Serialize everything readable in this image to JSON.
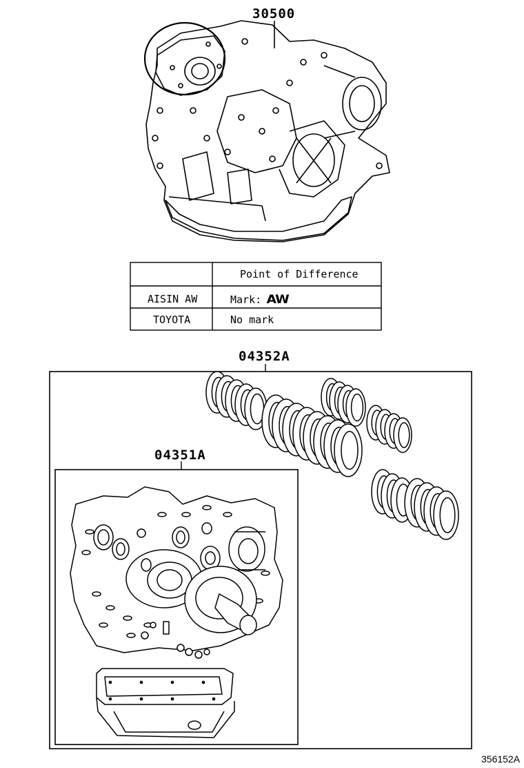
{
  "assembly_label": "30500",
  "table": {
    "header": "Point of Difference",
    "rows": [
      {
        "maker": "AISIN AW",
        "difference": "Mark: "
      },
      {
        "maker": "TOYOTA",
        "difference": "No mark"
      }
    ],
    "logo_text": "AW"
  },
  "kit_outer_label": "04352A",
  "kit_inner_label": "04351A",
  "illustration_code": "356152A"
}
